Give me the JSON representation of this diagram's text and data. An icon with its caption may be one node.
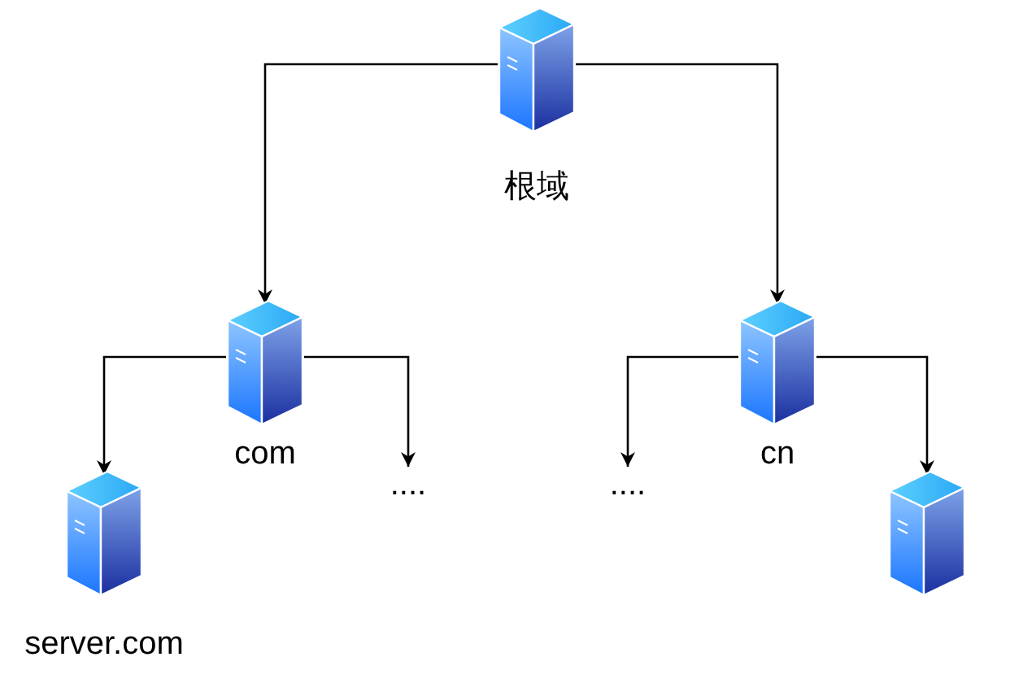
{
  "diagram": {
    "nodes": [
      {
        "text": [
          "根域"
        ]
      },
      {
        "text": [
          "com"
        ]
      },
      {
        "text": [
          "cn"
        ]
      },
      {
        "text": [
          "server.com"
        ]
      },
      {
        "text": [
          "...."
        ]
      },
      {
        "text": [
          "...."
        ]
      },
      {
        "text": [],
        "shape": "picture"
      }
    ],
    "edges": [
      {
        "from": 0,
        "to": 1,
        "arrow": "to"
      },
      {
        "from": 0,
        "to": 2,
        "arrow": "to"
      },
      {
        "from": 1,
        "to": 3,
        "arrow": "to"
      },
      {
        "from": 1,
        "to": 4,
        "arrow": "to"
      },
      {
        "from": 2,
        "to": 5,
        "arrow": "to"
      },
      {
        "from": 2,
        "to": 6,
        "arrow": "to"
      }
    ]
  }
}
